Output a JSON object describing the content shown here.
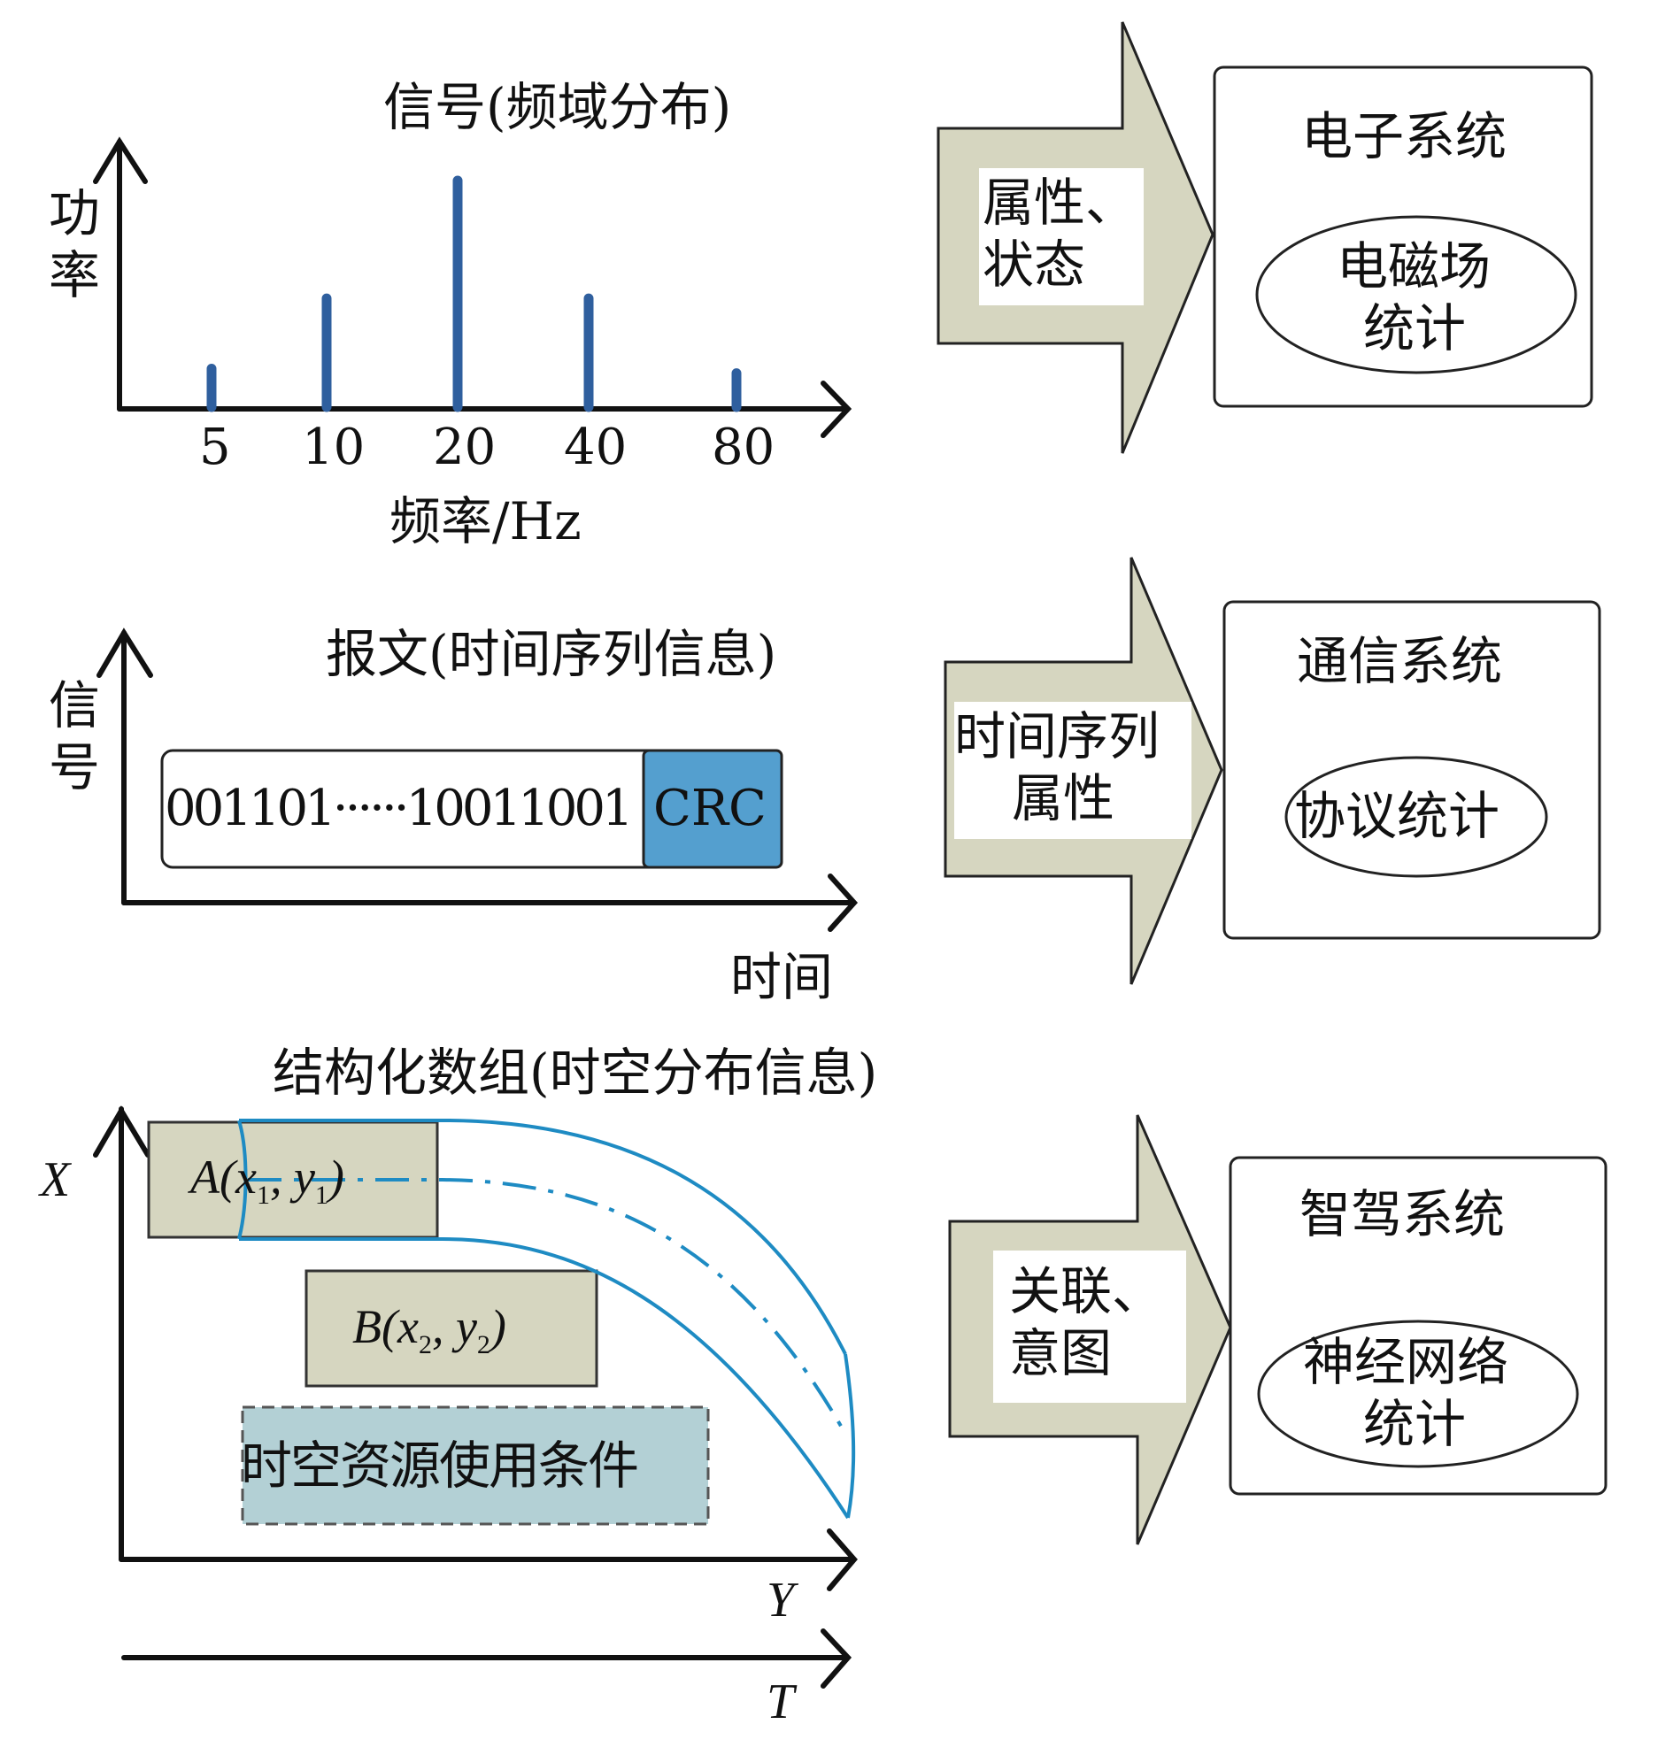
{
  "colors": {
    "stem": "#2f5f9e",
    "axis": "#111111",
    "arrow_fill": "#d6d6c0",
    "crc_fill": "#549fcf",
    "condition_fill": "#b3d0d5",
    "box_fill": "#d6d6c0",
    "trajectory": "#1e8bc3"
  },
  "panel1": {
    "title": "信号(频域分布)",
    "y_label_1": "功",
    "y_label_2": "率",
    "x_label": "频率/Hz"
  },
  "chart_data": {
    "type": "bar",
    "title": "信号(频域分布)",
    "xlabel": "频率/Hz",
    "ylabel": "功率",
    "categories": [
      "5",
      "10",
      "20",
      "40",
      "80"
    ],
    "values": [
      0.17,
      0.48,
      1.0,
      0.48,
      0.15
    ],
    "ylim": [
      0,
      1.2
    ],
    "grid": false
  },
  "panel2": {
    "title": "报文(时间序列信息)",
    "y_label_1": "信",
    "y_label_2": "号",
    "bits": "001101······10011001",
    "crc": "CRC",
    "x_label": "时间"
  },
  "panel3": {
    "title": "结构化数组(时空分布信息)",
    "x_axis": "X",
    "y_axis": "Y",
    "t_axis": "T",
    "box_a": {
      "name": "A",
      "x": "x",
      "xs": "1",
      "y": "y",
      "ys": "1"
    },
    "box_b": {
      "name": "B",
      "x": "x",
      "xs": "2",
      "y": "y",
      "ys": "2"
    },
    "condition": "时空资源使用条件"
  },
  "flows": [
    {
      "arrow_line1": "属性、",
      "arrow_line2": "状态",
      "system": "电子系统",
      "method_line1": "电磁场",
      "method_line2": "统计"
    },
    {
      "arrow_line1": "时间序列",
      "arrow_line2": "属性",
      "system": "通信系统",
      "method_line1": "协议统计",
      "method_line2": ""
    },
    {
      "arrow_line1": "关联、",
      "arrow_line2": "意图",
      "system": "智驾系统",
      "method_line1": "神经网络",
      "method_line2": "统计"
    }
  ]
}
